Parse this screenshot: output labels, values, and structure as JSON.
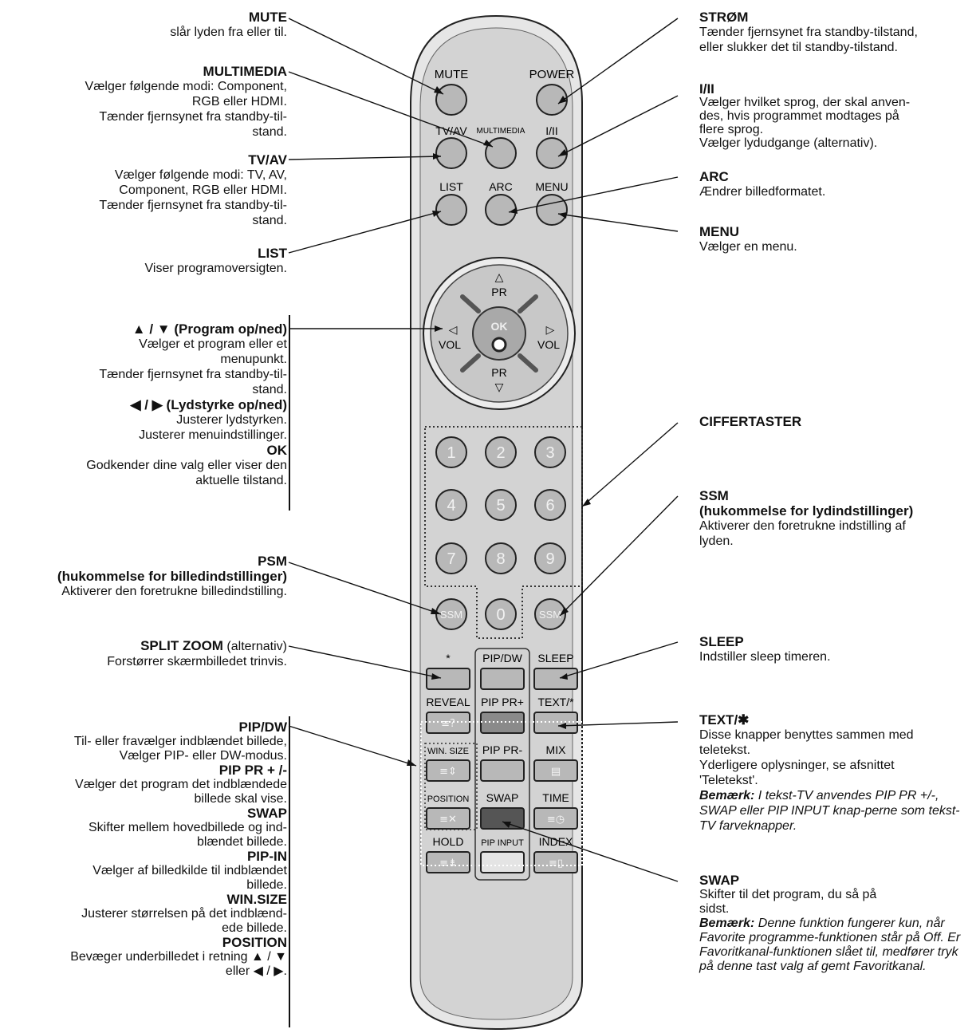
{
  "remote": {
    "buttons": {
      "mute": "MUTE",
      "power": "POWER",
      "tvav": "TV/AV",
      "multimedia": "MULTIMEDIA",
      "iii": "I/II",
      "list": "LIST",
      "arc": "ARC",
      "menu": "MENU",
      "pr_up": "PR",
      "pr_down": "PR",
      "vol_left": "VOL",
      "vol_right": "VOL",
      "ok": "OK",
      "digits": [
        "1",
        "2",
        "3",
        "4",
        "5",
        "6",
        "7",
        "8",
        "9",
        "0"
      ],
      "ssm_left": "SSM",
      "ssm_right": "SSM",
      "star": "*",
      "pipdw": "PIP/DW",
      "sleep": "SLEEP",
      "reveal": "REVEAL",
      "pippr_plus": "PIP PR+",
      "text": "TEXT/*",
      "winsize": "WIN. SIZE",
      "pippr_minus": "PIP PR-",
      "mix": "MIX",
      "position": "POSITION",
      "swap": "SWAP",
      "time": "TIME",
      "hold": "HOLD",
      "pipinput": "PIP INPUT",
      "index": "INDEX"
    }
  },
  "labels": {
    "mute": {
      "head": "MUTE",
      "text": "slår lyden fra eller til."
    },
    "multimedia": {
      "head": "MULTIMEDIA",
      "text": "Vælger følgende modi: Component,\nRGB eller HDMI.\nTænder fjernsynet fra standby-til-\nstand."
    },
    "tvav": {
      "head": "TV/AV",
      "text": "Vælger følgende modi: TV, AV,\nComponent, RGB eller HDMI.\nTænder fjernsynet fra standby-til-\nstand."
    },
    "list": {
      "head": "LIST",
      "text": "Viser programoversigten."
    },
    "program": {
      "head": "▲ / ▼ (Program op/ned)",
      "text": "Vælger et program eller et\nmenupunkt.\nTænder fjernsynet fra standby-til-\nstand.",
      "head2": "◀ / ▶ (Lydstyrke op/ned)",
      "text2": "Justerer lydstyrken.\nJusterer menuindstillinger.",
      "head3": "OK",
      "text3": "Godkender dine valg eller viser den\naktuelle tilstand."
    },
    "psm": {
      "head": "PSM",
      "head2": "(hukommelse for billedindstillinger)",
      "text": "Aktiverer den foretrukne billedindstilling."
    },
    "splitzoom": {
      "head": "SPLIT ZOOM",
      "head_suffix": " (alternativ)",
      "text": "Forstørrer skærmbilledet trinvis."
    },
    "pipdw": {
      "head": "PIP/DW",
      "text": "Til- eller fravælger indblændet billede,\nVælger PIP- eller DW-modus.",
      "head2": "PIP PR + /-",
      "text2": "Vælger det program det indblændede\nbillede skal vise.",
      "head3": "SWAP",
      "text3": "Skifter mellem hovedbillede og ind-\nblændet billede.",
      "head4": "PIP-IN",
      "text4": "Vælger af billedkilde til indblændet\nbillede.",
      "head5": "WIN.SIZE",
      "text5": "Justerer størrelsen på det indblænd-\nede billede.",
      "head6": "POSITION",
      "text6": "Bevæger underbilledet i retning ▲ / ▼\neller ◀ / ▶."
    },
    "strom": {
      "head": "STRØM",
      "text": "Tænder fjernsynet fra standby-tilstand,\neller slukker det til standby-tilstand."
    },
    "iii": {
      "head": "I/II",
      "text": "Vælger hvilket sprog, der skal anven-\ndes, hvis programmet modtages på\nflere sprog.\nVælger lydudgange (alternativ)."
    },
    "arc": {
      "head": "ARC",
      "text": "Ændrer billedformatet."
    },
    "menu": {
      "head": "MENU",
      "text": "Vælger en menu."
    },
    "ciffer": {
      "head": "CIFFERTASTER"
    },
    "ssm": {
      "head": "SSM",
      "head2": "(hukommelse for lydindstillinger)",
      "text": "Aktiverer den foretrukne indstilling af\nlyden."
    },
    "sleep": {
      "head": "SLEEP",
      "text": "Indstiller sleep timeren."
    },
    "text": {
      "head": "TEXT/✱",
      "text": "Disse knapper benyttes sammen med\nteletekst.\nYderligere oplysninger, se afsnittet\n'Teletekst'.",
      "note_b": "Bemærk:",
      "note": " I tekst-TV anvendes PIP PR +/-, SWAP eller PIP INPUT knap-perne som tekst-TV farveknapper."
    },
    "swap": {
      "head": "SWAP",
      "text": "Skifter til det program, du så på\nsidst.",
      "note_b": "Bemærk:",
      "note": " Denne funktion fungerer kun, når Favorite programme-funktionen står på Off. Er Favoritkanal-funktionen slået til, medfører tryk på denne tast valg af gemt Favoritkanal."
    }
  },
  "colors": {
    "body": "#d4d4d4",
    "button": "#b8b8b8",
    "dark_button": "#555555",
    "pippr_plus": "#8a8a8a",
    "outline": "#222222"
  }
}
